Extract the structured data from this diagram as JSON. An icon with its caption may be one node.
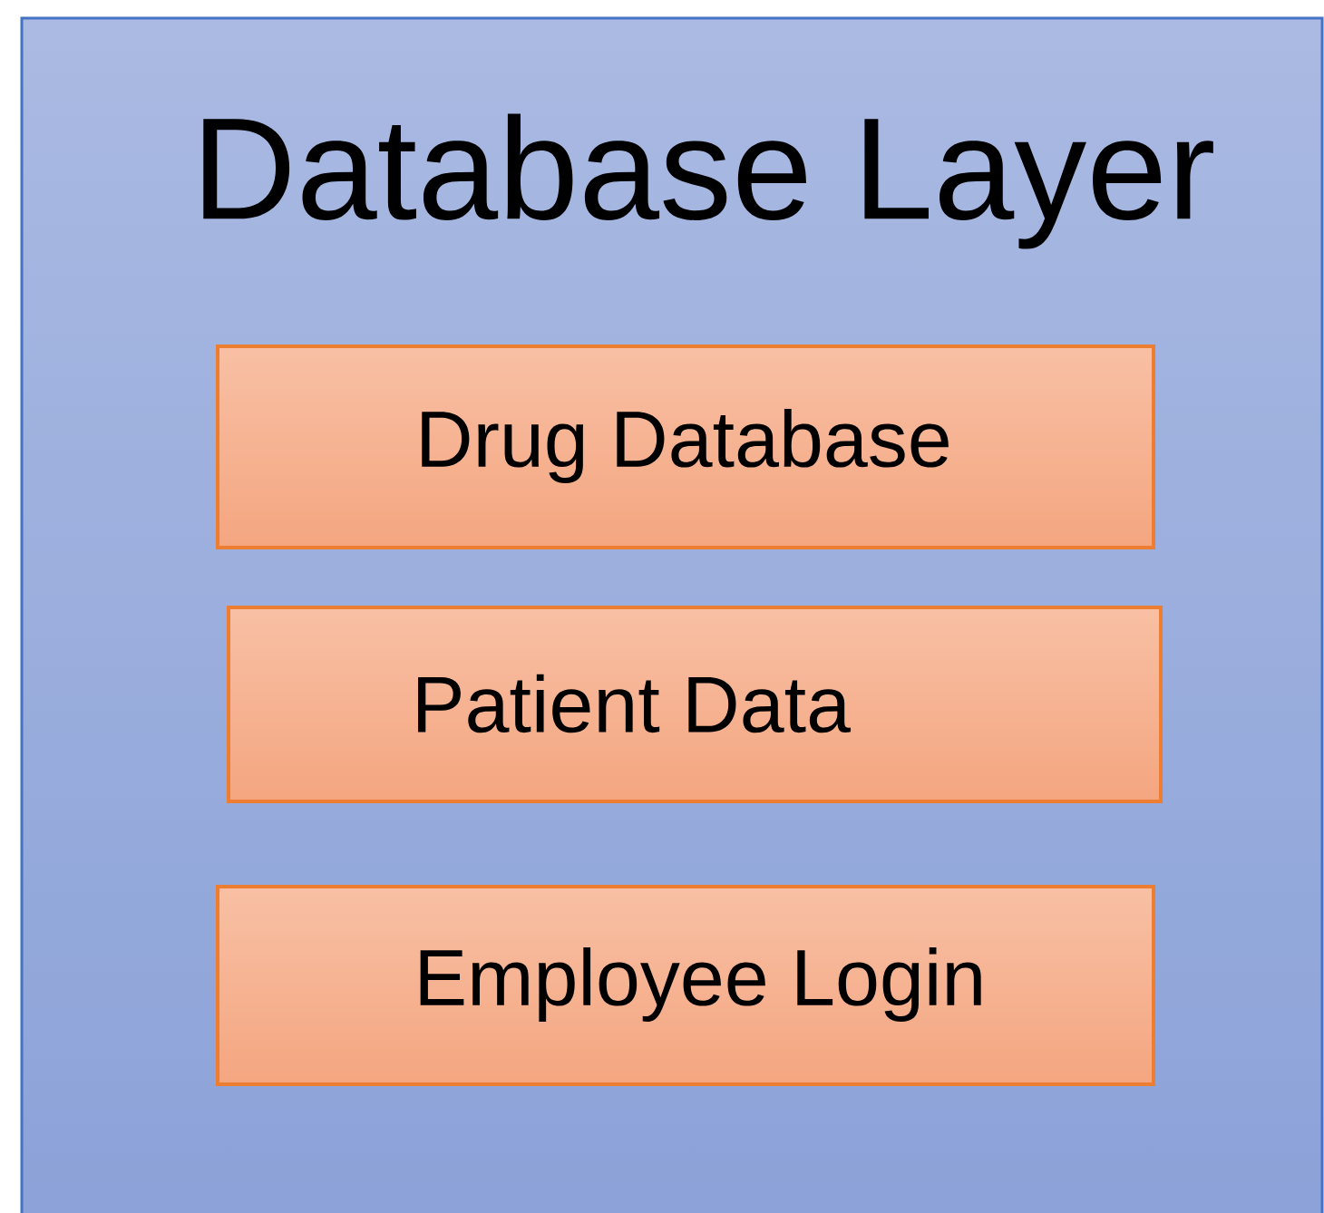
{
  "diagram": {
    "nodes": [
      {
        "text": [
          "Database Layer"
        ]
      },
      {
        "text": [
          "Drug Database"
        ],
        "in": 0
      },
      {
        "text": [
          "Patient Data"
        ],
        "in": 0
      },
      {
        "text": [
          "Employee Login"
        ],
        "in": 0
      }
    ]
  }
}
